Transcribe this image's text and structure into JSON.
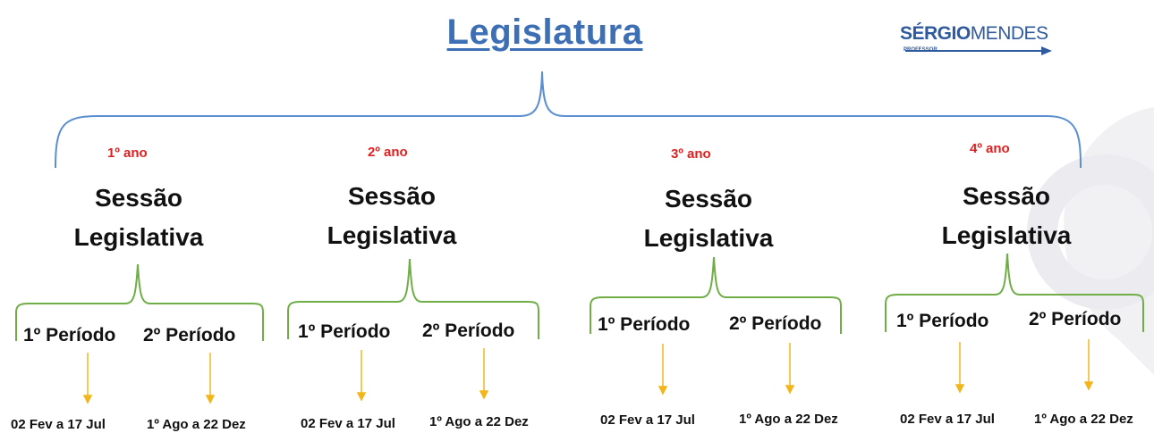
{
  "title": "Legislatura",
  "logo": {
    "bold": "SÉRGIO",
    "light": "MENDES",
    "sub": "PROFESSOR"
  },
  "sessions": [
    {
      "year": "1º ano",
      "line1": "Sessão",
      "line2": "Legislativa",
      "period1": "1º Período",
      "period2": "2º Período",
      "date1": "02 Fev a 17 Jul",
      "date2": "1º Ago a 22 Dez"
    },
    {
      "year": "2º ano",
      "line1": "Sessão",
      "line2": "Legislativa",
      "period1": "1º Período",
      "period2": "2º Período",
      "date1": "02 Fev a 17 Jul",
      "date2": "1º Ago a 22 Dez"
    },
    {
      "year": "3º ano",
      "line1": "Sessão",
      "line2": "Legislativa",
      "period1": "1º Período",
      "period2": "2º Período",
      "date1": "02 Fev a 17 Jul",
      "date2": "1º Ago a 22 Dez"
    },
    {
      "year": "4º ano",
      "line1": "Sessão",
      "line2": "Legislativa",
      "period1": "1º Período",
      "period2": "2º Período",
      "date1": "02 Fev a 17 Jul",
      "date2": "1º Ago a 22 Dez"
    }
  ],
  "colors": {
    "title": "#3d6fb5",
    "main_brace": "#5b8fd0",
    "sub_brace": "#70ad47",
    "arrow": "#f2b51a",
    "year": "#e02020"
  }
}
